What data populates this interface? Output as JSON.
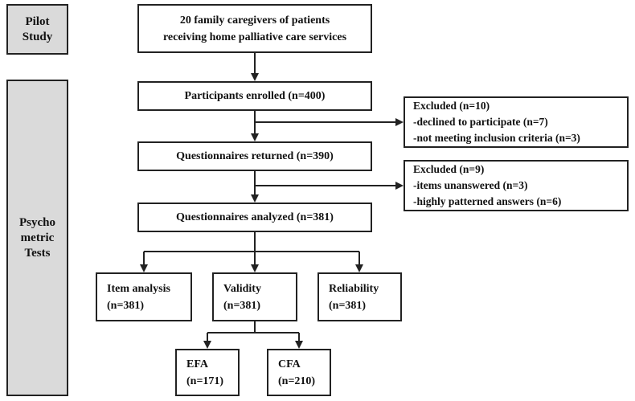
{
  "sections": {
    "pilot": [
      "Pilot",
      "Study"
    ],
    "psychometric": [
      "Psycho",
      "metric",
      "Tests"
    ]
  },
  "boxes": {
    "start": [
      "20 family caregivers of patients",
      "receiving home palliative care services"
    ],
    "enrolled": "Participants enrolled (n=400)",
    "returned": "Questionnaires returned (n=390)",
    "analyzed": "Questionnaires analyzed (n=381)",
    "item_analysis": [
      "Item analysis",
      "(n=381)"
    ],
    "validity": [
      "Validity",
      "(n=381)"
    ],
    "reliability": [
      "Reliability",
      "(n=381)"
    ],
    "efa": [
      "EFA",
      "(n=171)"
    ],
    "cfa": [
      "CFA",
      "(n=210)"
    ]
  },
  "exclusions": {
    "first": [
      "Excluded (n=10)",
      "-declined to participate (n=7)",
      "-not meeting inclusion criteria (n=3)"
    ],
    "second": [
      "Excluded (n=9)",
      "-items unanswered (n=3)",
      "-highly patterned answers (n=6)"
    ]
  },
  "colors": {
    "side_fill": "#dadada",
    "line": "#222222"
  }
}
